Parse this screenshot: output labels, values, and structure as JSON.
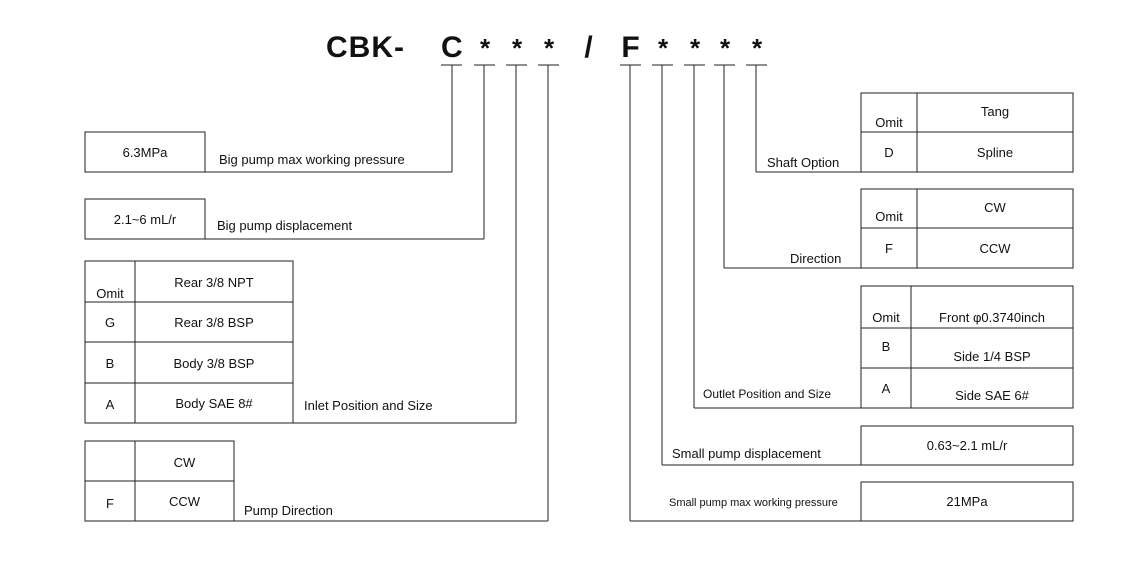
{
  "code": {
    "prefix": "CBK-",
    "c": "C",
    "star": "*",
    "slash": "/",
    "f": "F"
  },
  "left": {
    "pressure": {
      "value": "6.3MPa",
      "label": "Big pump max working pressure"
    },
    "displacement": {
      "value": "2.1~6 mL/r",
      "label": "Big pump displacement"
    },
    "inlet": {
      "label": "Inlet Position and Size",
      "rows": [
        {
          "code": "Omit",
          "desc": "Rear 3/8 NPT"
        },
        {
          "code": "G",
          "desc": "Rear 3/8 BSP"
        },
        {
          "code": "B",
          "desc": "Body 3/8 BSP"
        },
        {
          "code": "A",
          "desc": "Body SAE 8#"
        }
      ]
    },
    "direction": {
      "label": "Pump Direction",
      "rows": [
        {
          "code": "",
          "desc": "CW"
        },
        {
          "code": "F",
          "desc": "CCW"
        }
      ]
    }
  },
  "right": {
    "shaft": {
      "label": "Shaft Option",
      "rows": [
        {
          "code": "Omit",
          "desc": "Tang"
        },
        {
          "code": "D",
          "desc": "Spline"
        }
      ]
    },
    "direction": {
      "label": "Direction",
      "rows": [
        {
          "code": "Omit",
          "desc": "CW"
        },
        {
          "code": "F",
          "desc": "CCW"
        }
      ]
    },
    "outlet": {
      "label": "Outlet Position and Size",
      "rows": [
        {
          "code": "Omit",
          "desc": "Front φ0.3740inch"
        },
        {
          "code": "B",
          "desc": "Side 1/4 BSP"
        },
        {
          "code": "A",
          "desc": "Side SAE 6#"
        }
      ]
    },
    "small_displacement": {
      "value": "0.63~2.1 mL/r",
      "label": "Small pump displacement"
    },
    "small_pressure": {
      "value": "21MPa",
      "label": "Small pump max working pressure"
    }
  }
}
